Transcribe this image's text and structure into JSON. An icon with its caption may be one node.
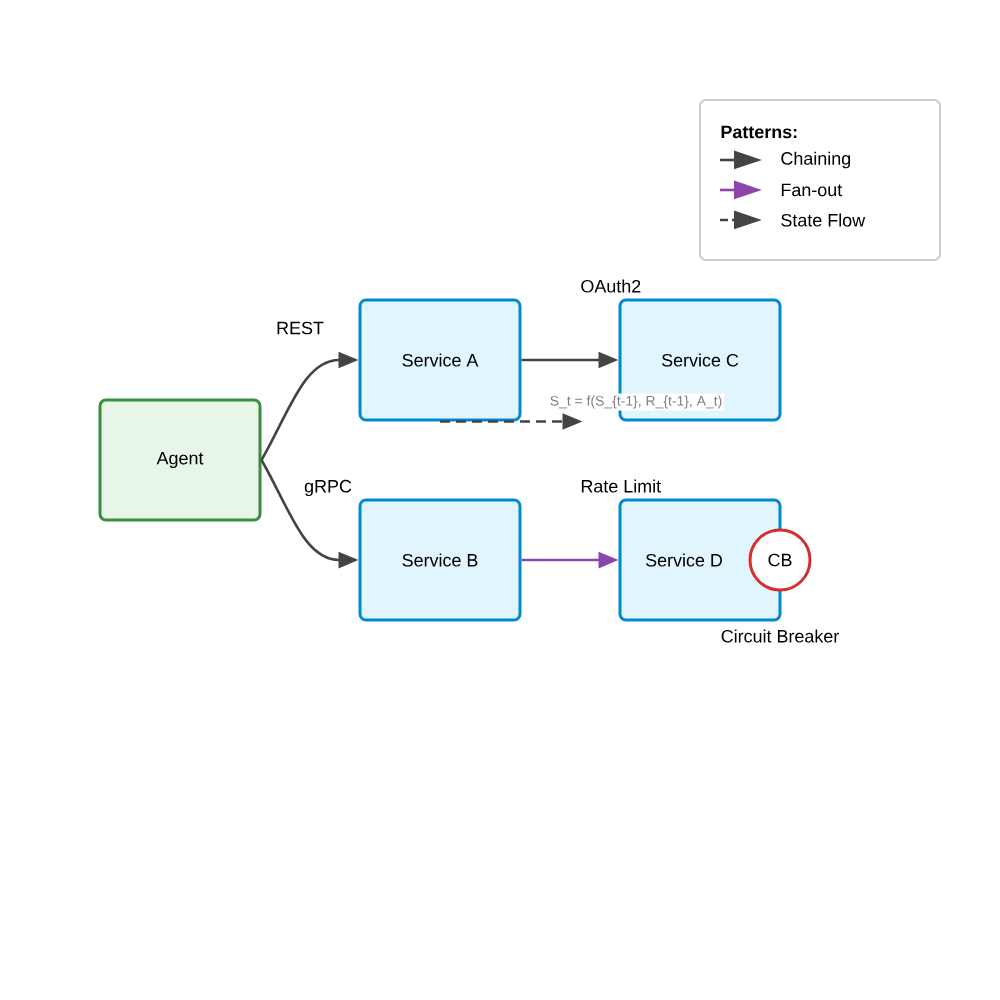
{
  "diagram": {
    "nodes": [
      {
        "text": [
          "Agent"
        ]
      },
      {
        "text": [
          "Service A"
        ]
      },
      {
        "text": [
          "Service C"
        ]
      },
      {
        "text": [
          "Service B"
        ]
      },
      {
        "text": [
          "Service D"
        ]
      },
      {
        "text": [
          "CB"
        ]
      }
    ],
    "edges": [
      {
        "from": 0,
        "to": 1,
        "arrow": "to",
        "label": "REST"
      },
      {
        "from": 0,
        "to": 3,
        "arrow": "to",
        "label": "gRPC"
      },
      {
        "from": 1,
        "to": 2,
        "arrow": "to"
      },
      {
        "from": 3,
        "to": 4,
        "arrow": "to",
        "color": "#8e44ad"
      },
      {
        "from": 1,
        "to": 2,
        "arrow": "to",
        "style": "dashed",
        "label": "S_t = f(S_{t-1}, R_{t-1}, A_t)"
      }
    ],
    "labels": [
      "Patterns:",
      "OAuth2",
      "Rate Limit",
      "Circuit Breaker"
    ],
    "legend": [
      {
        "text": "Chaining"
      },
      {
        "text": "Fan-out"
      },
      {
        "text": "State Flow"
      }
    ]
  }
}
